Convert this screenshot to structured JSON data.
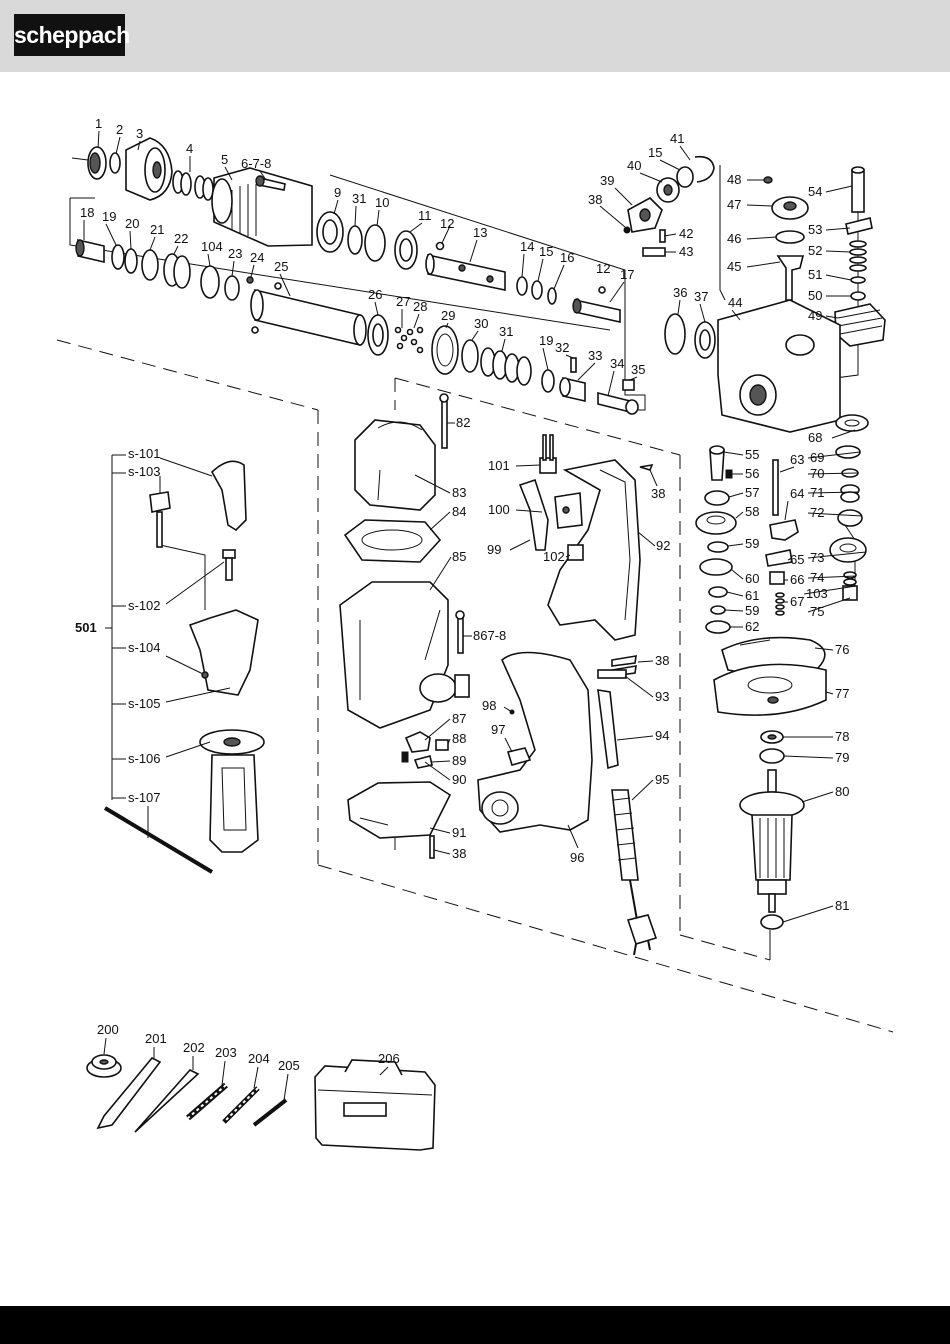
{
  "header": {
    "brand_logo": "scheppach"
  },
  "diagram": {
    "labels": [
      {
        "text": "1"
      },
      {
        "text": "2"
      },
      {
        "text": "3"
      },
      {
        "text": "4"
      },
      {
        "text": "5"
      },
      {
        "text": "6-7-8"
      },
      {
        "text": "9"
      },
      {
        "text": "31"
      },
      {
        "text": "10"
      },
      {
        "text": "11"
      },
      {
        "text": "12"
      },
      {
        "text": "13"
      },
      {
        "text": "14"
      },
      {
        "text": "15"
      },
      {
        "text": "16"
      },
      {
        "text": "12"
      },
      {
        "text": "17"
      },
      {
        "text": "41"
      },
      {
        "text": "15"
      },
      {
        "text": "40"
      },
      {
        "text": "39"
      },
      {
        "text": "38"
      },
      {
        "text": "42"
      },
      {
        "text": "43"
      },
      {
        "text": "48"
      },
      {
        "text": "54"
      },
      {
        "text": "47"
      },
      {
        "text": "53"
      },
      {
        "text": "46"
      },
      {
        "text": "52"
      },
      {
        "text": "45"
      },
      {
        "text": "51"
      },
      {
        "text": "50"
      },
      {
        "text": "49"
      },
      {
        "text": "18"
      },
      {
        "text": "19"
      },
      {
        "text": "20"
      },
      {
        "text": "21"
      },
      {
        "text": "22"
      },
      {
        "text": "104"
      },
      {
        "text": "23"
      },
      {
        "text": "24"
      },
      {
        "text": "25"
      },
      {
        "text": "26"
      },
      {
        "text": "27"
      },
      {
        "text": "28"
      },
      {
        "text": "29"
      },
      {
        "text": "30"
      },
      {
        "text": "31"
      },
      {
        "text": "19"
      },
      {
        "text": "32"
      },
      {
        "text": "33"
      },
      {
        "text": "34"
      },
      {
        "text": "35"
      },
      {
        "text": "36"
      },
      {
        "text": "37"
      },
      {
        "text": "44"
      },
      {
        "text": "82"
      },
      {
        "text": "83"
      },
      {
        "text": "84"
      },
      {
        "text": "85"
      },
      {
        "text": "867-8"
      },
      {
        "text": "87"
      },
      {
        "text": "88"
      },
      {
        "text": "89"
      },
      {
        "text": "90"
      },
      {
        "text": "91"
      },
      {
        "text": "38"
      },
      {
        "text": "101"
      },
      {
        "text": "38"
      },
      {
        "text": "100"
      },
      {
        "text": "99"
      },
      {
        "text": "92"
      },
      {
        "text": "102"
      },
      {
        "text": "38"
      },
      {
        "text": "93"
      },
      {
        "text": "98"
      },
      {
        "text": "97"
      },
      {
        "text": "94"
      },
      {
        "text": "95"
      },
      {
        "text": "96"
      },
      {
        "text": "68"
      },
      {
        "text": "55"
      },
      {
        "text": "63"
      },
      {
        "text": "69"
      },
      {
        "text": "56"
      },
      {
        "text": "70"
      },
      {
        "text": "57"
      },
      {
        "text": "71"
      },
      {
        "text": "64"
      },
      {
        "text": "58"
      },
      {
        "text": "72"
      },
      {
        "text": "59"
      },
      {
        "text": "65"
      },
      {
        "text": "73"
      },
      {
        "text": "60"
      },
      {
        "text": "66"
      },
      {
        "text": "74"
      },
      {
        "text": "103"
      },
      {
        "text": "61"
      },
      {
        "text": "67"
      },
      {
        "text": "75"
      },
      {
        "text": "59"
      },
      {
        "text": "62"
      },
      {
        "text": "76"
      },
      {
        "text": "77"
      },
      {
        "text": "78"
      },
      {
        "text": "79"
      },
      {
        "text": "80"
      },
      {
        "text": "81"
      },
      {
        "text": "s-101"
      },
      {
        "text": "s-103"
      },
      {
        "text": "s-102"
      },
      {
        "text": "501"
      },
      {
        "text": "s-104"
      },
      {
        "text": "s-105"
      },
      {
        "text": "s-106"
      },
      {
        "text": "s-107"
      },
      {
        "text": "200"
      },
      {
        "text": "201"
      },
      {
        "text": "202"
      },
      {
        "text": "203"
      },
      {
        "text": "204"
      },
      {
        "text": "205"
      },
      {
        "text": "206"
      }
    ]
  }
}
